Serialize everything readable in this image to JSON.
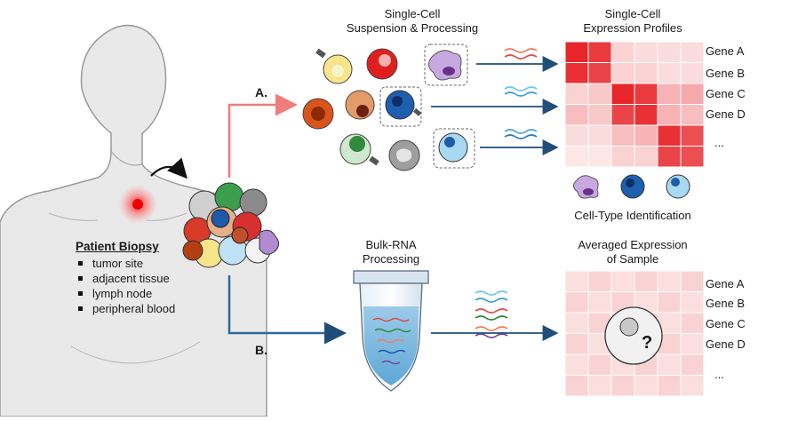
{
  "patient": {
    "title": "Patient Biopsy",
    "sources": [
      "tumor site",
      "adjacent tissue",
      "lymph node",
      "peripheral blood"
    ]
  },
  "path_a": {
    "label": "A.",
    "processing_title_line1": "Single-Cell",
    "processing_title_line2": "Suspension & Processing",
    "profiles_title_line1": "Single-Cell",
    "profiles_title_line2": "Expression Profiles",
    "genes": [
      "Gene A",
      "Gene B",
      "Gene C",
      "Gene D",
      "..."
    ],
    "cell_type_label": "Cell-Type Identification"
  },
  "path_b": {
    "label": "B.",
    "processing_title_line1": "Bulk-RNA",
    "processing_title_line2": "Processing",
    "averaged_title_line1": "Averaged Expression",
    "averaged_title_line2": "of Sample",
    "genes": [
      "Gene A",
      "Gene B",
      "Gene C",
      "Gene D",
      "..."
    ],
    "unknown_symbol": "?"
  },
  "colors": {
    "path_a_arrow": "#f07c7c",
    "path_b_arrow": "#2d6a9a",
    "heatmap_strong": "#e8262a",
    "heatmap_light": "#fbe3e3",
    "averaged_fill": "#f9d6d6"
  }
}
